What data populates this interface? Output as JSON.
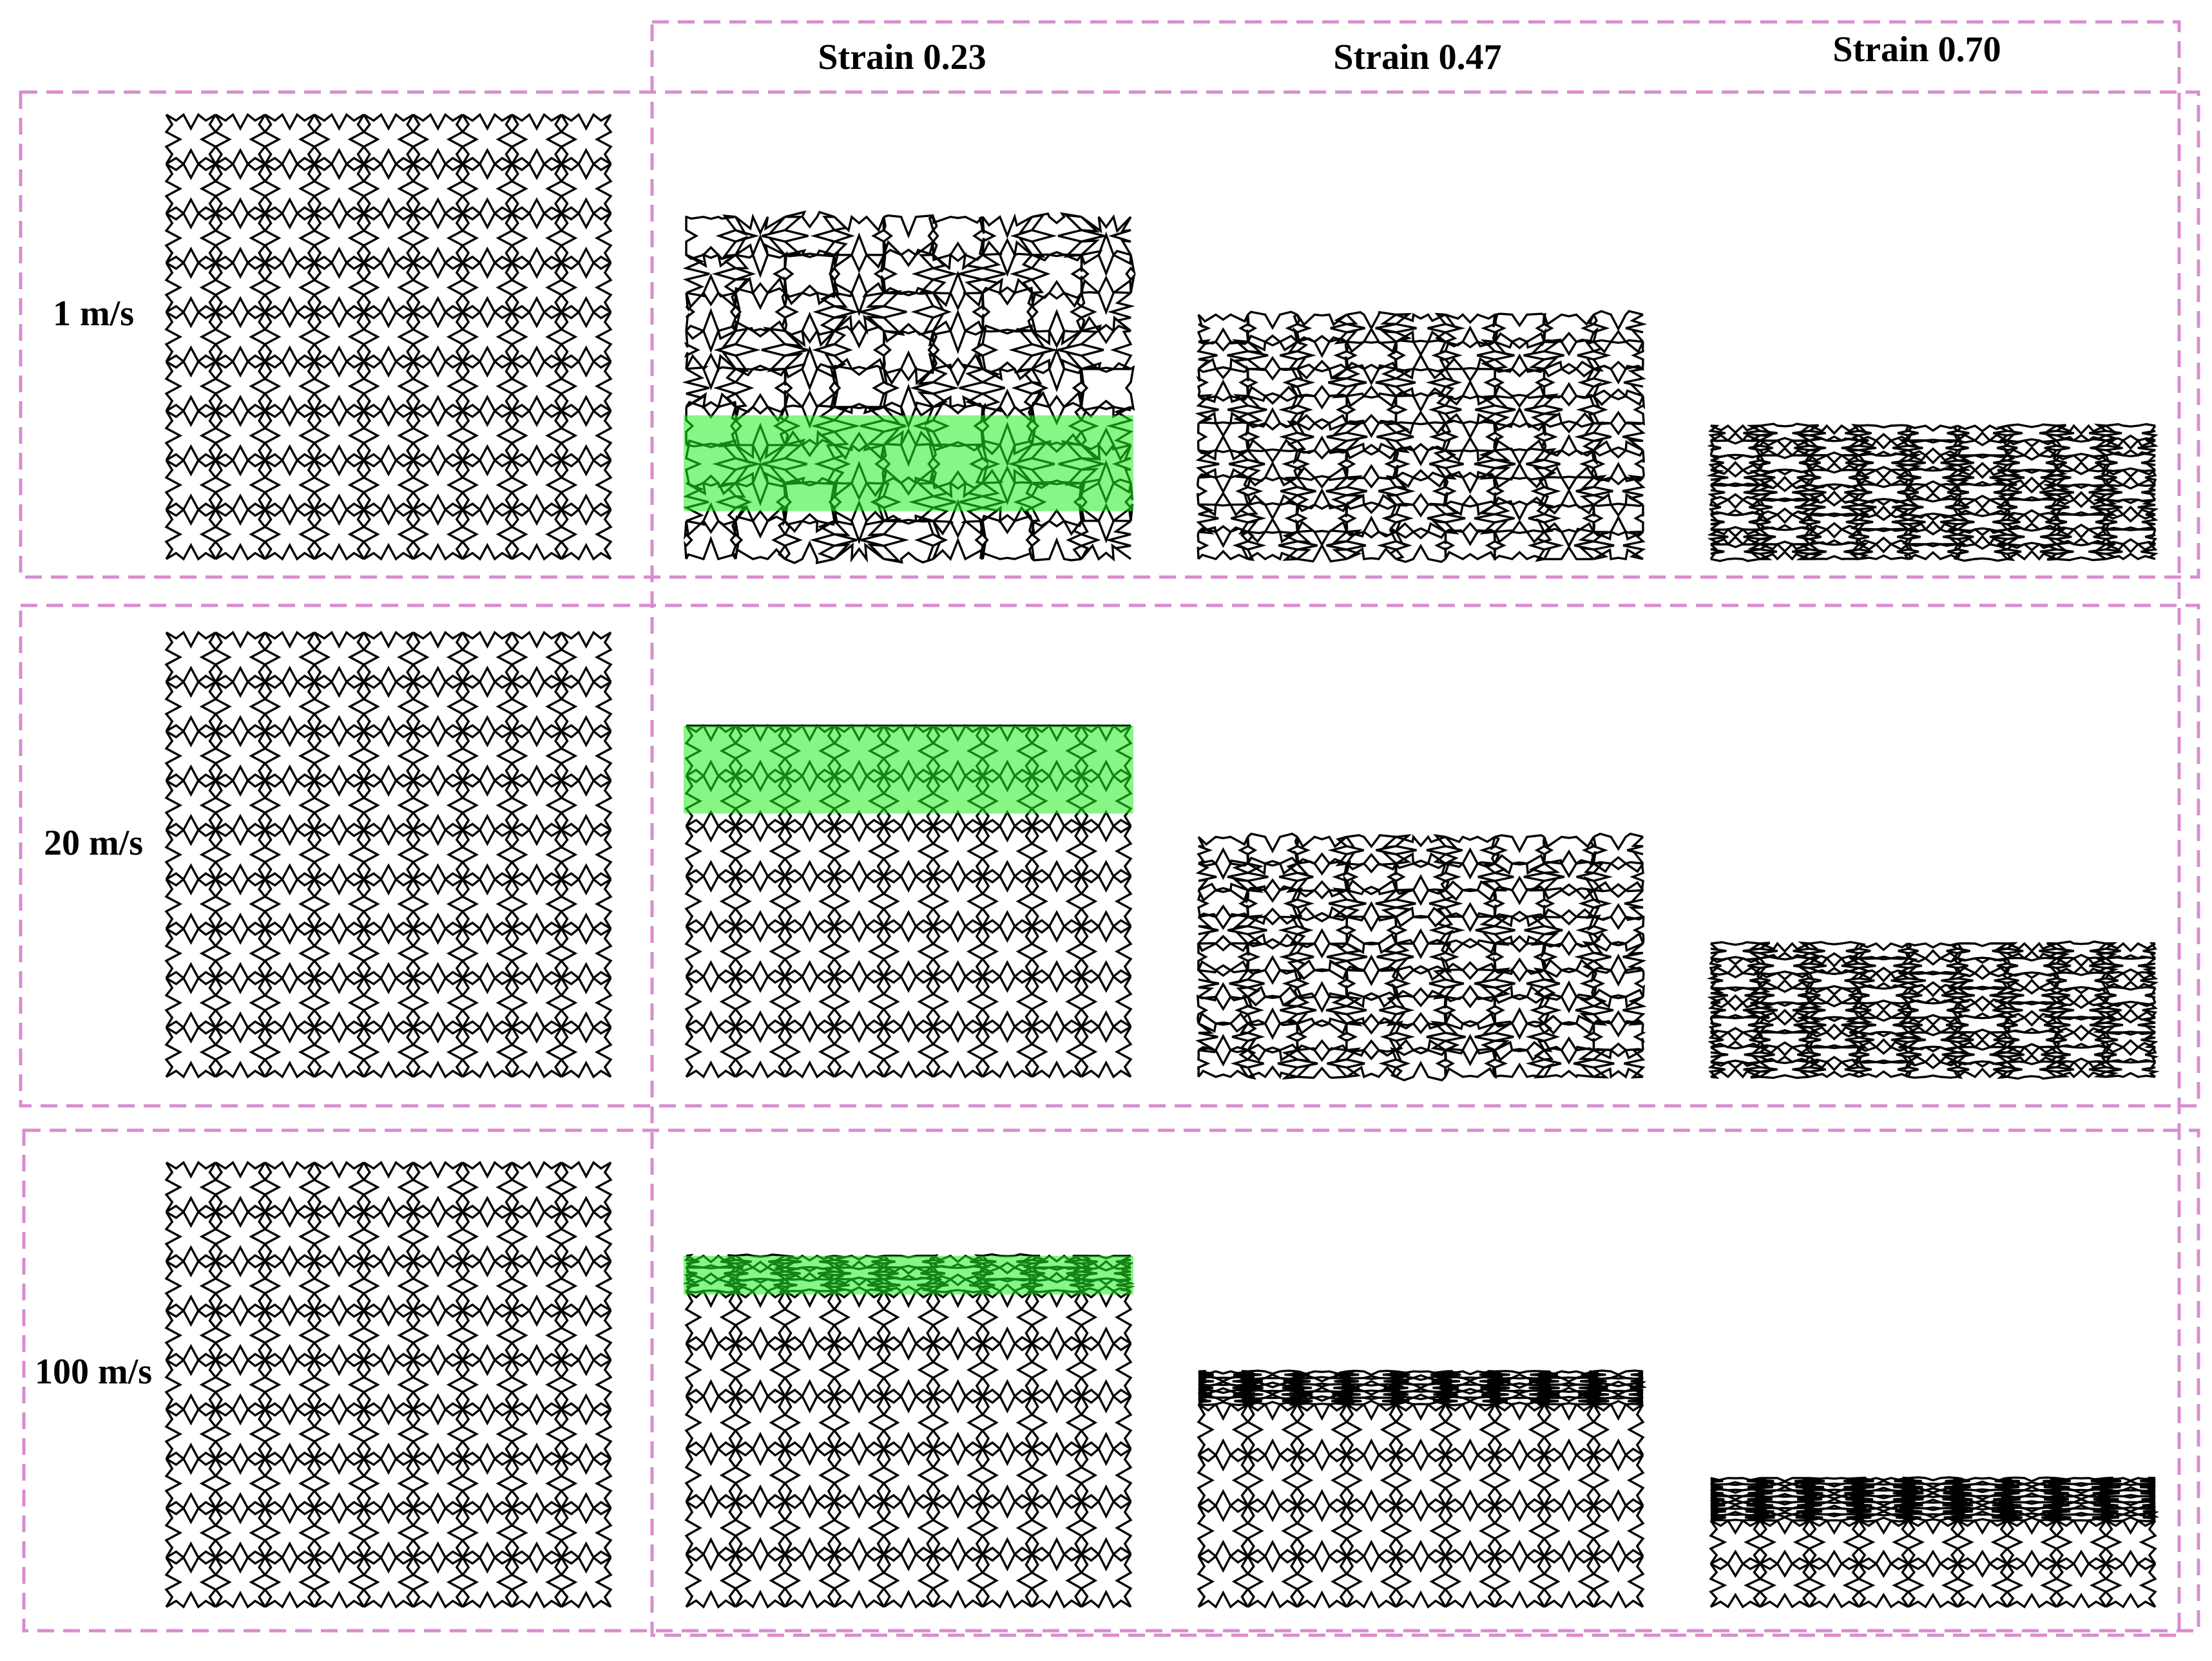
{
  "columns": [
    {
      "label": "Strain 0.23",
      "strain": 0.23
    },
    {
      "label": "Strain 0.47",
      "strain": 0.47
    },
    {
      "label": "Strain 0.70",
      "strain": 0.7
    }
  ],
  "rows": [
    {
      "label": "1 m/s",
      "velocity": 1,
      "cells": [
        {
          "height_fraction": 0.77,
          "band": {
            "from_top_fraction": 0.58,
            "to_top_fraction": 0.86
          },
          "dense_top_fraction": 0,
          "mode": "uniform"
        },
        {
          "height_fraction": 0.55,
          "band": null,
          "dense_top_fraction": 1,
          "mode": "uniform"
        },
        {
          "height_fraction": 0.3,
          "band": null,
          "dense_top_fraction": 1,
          "mode": "uniform"
        }
      ]
    },
    {
      "label": "20 m/s",
      "velocity": 20,
      "cells": [
        {
          "height_fraction": 0.79,
          "band": {
            "from_top_fraction": 0.0,
            "to_top_fraction": 0.25
          },
          "dense_top_fraction": 0,
          "mode": "top"
        },
        {
          "height_fraction": 0.54,
          "band": null,
          "dense_top_fraction": 1,
          "mode": "uniform"
        },
        {
          "height_fraction": 0.3,
          "band": null,
          "dense_top_fraction": 1,
          "mode": "uniform"
        }
      ]
    },
    {
      "label": "100 m/s",
      "velocity": 100,
      "cells": [
        {
          "height_fraction": 0.79,
          "band": {
            "from_top_fraction": 0.0,
            "to_top_fraction": 0.11
          },
          "dense_top_fraction": 0.1,
          "mode": "top"
        },
        {
          "height_fraction": 0.53,
          "band": null,
          "dense_top_fraction": 0.14,
          "mode": "top"
        },
        {
          "height_fraction": 0.29,
          "band": null,
          "dense_top_fraction": 0.33,
          "mode": "top"
        }
      ]
    }
  ],
  "colors": {
    "frame": "#d98ccf",
    "band": "#22ee22",
    "lattice": "#000000"
  },
  "icons": {
    "unit_cell": "re-entrant-auxetic-cross"
  }
}
